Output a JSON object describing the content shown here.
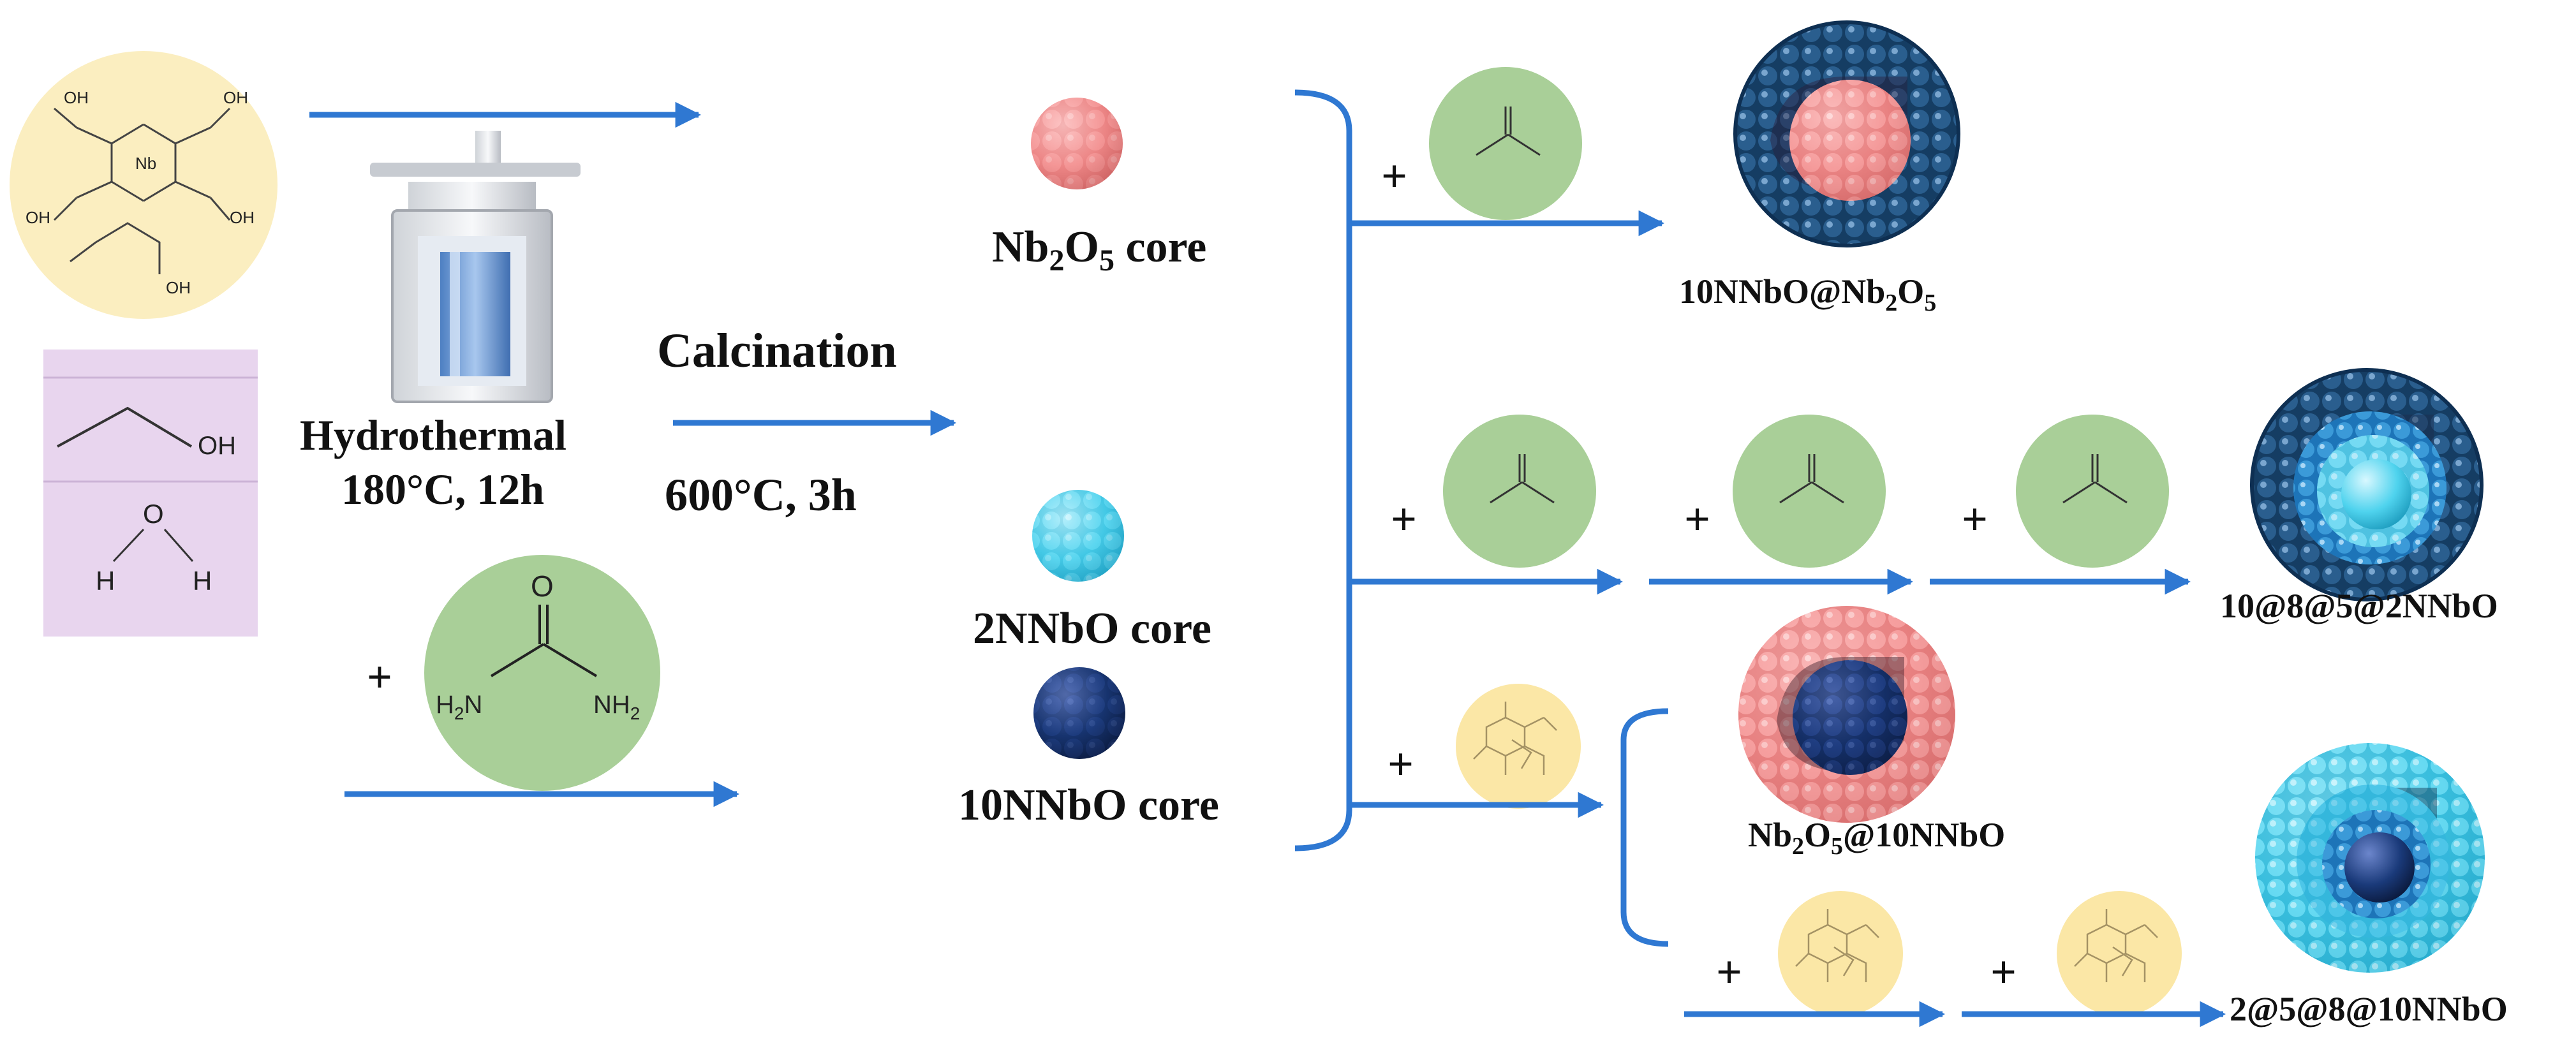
{
  "labels": {
    "hydrothermal": "Hydrothermal",
    "hydrothermal_conditions": "180°C, 12h",
    "calcination": "Calcination",
    "calcination_conditions": "600°C, 3h",
    "nb2o5_core": {
      "main": "Nb",
      "sub1": "2",
      "mid": "O",
      "sub2": "5",
      "tail": " core"
    },
    "core_2nnbo": "2NNbO core",
    "core_10nnbo": "10NNbO core",
    "product_1": {
      "main": "10NNbO@Nb",
      "sub1": "2",
      "mid": "O",
      "sub2": "5"
    },
    "product_2": "10@8@5@2NNbO",
    "product_3": {
      "main": "Nb",
      "sub1": "2",
      "mid": "O",
      "sub2": "5",
      "tail": "@10NNbO"
    },
    "product_4": "2@5@8@10NNbO",
    "plus": "+"
  },
  "chemistry": {
    "oxalate_ligand_oh": "OH",
    "oxalate_ligand_o": "O",
    "oxalate_center": "Nb",
    "ethanol_oh": "OH",
    "water_o": "O",
    "water_h": "H",
    "urea_o": "O",
    "urea_h": "H",
    "urea_n": "N",
    "urea_sub": "2",
    "urea_nh2_small": "H₂N",
    "urea_nh2_small_right": "NH₂"
  },
  "colors": {
    "arrow": "#2f78d2",
    "nb2o5_core": "#f28c8c",
    "core_2nnbo": "#4fd3ee",
    "core_10nnbo": "#1a3a7a",
    "shell_dark": "#1d4d7c",
    "urea_bg": "#a9cf98",
    "oxalate_bg": "#fbeec0",
    "solvent_bg": "#e8d5ee"
  },
  "icons": [
    "autoclave-icon",
    "urea-molecule-icon",
    "citric-additive-icon",
    "core-shell-sphere-icon"
  ]
}
